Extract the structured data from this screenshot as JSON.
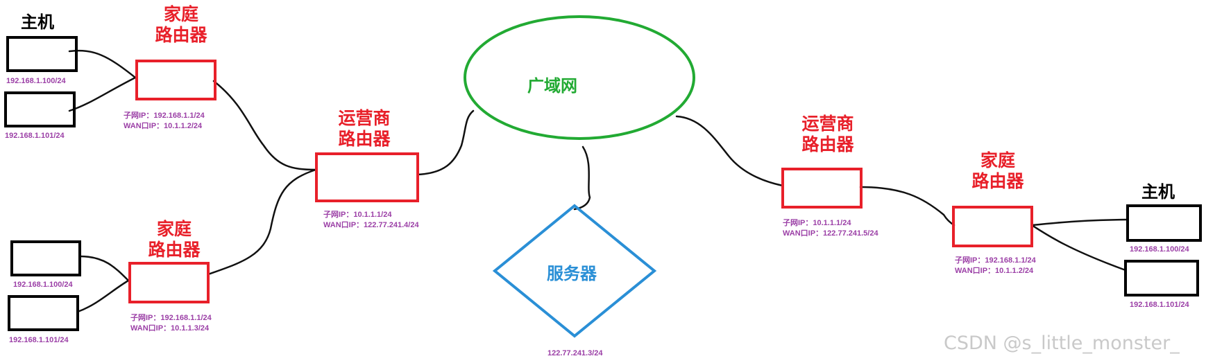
{
  "host_title": "主机",
  "home_router_title": [
    "家庭",
    "路由器"
  ],
  "isp_router_title": [
    "运营商",
    "路由器"
  ],
  "wan_label": "广域网",
  "server_label": "服务器",
  "server_ip": "122.77.241.3/24",
  "left": {
    "host_ips_top": [
      "192.168.1.100/24",
      "192.168.1.101/24"
    ],
    "host_ips_bottom": [
      "192.168.1.100/24",
      "192.168.1.101/24"
    ],
    "home_router_top": {
      "subnet_ip": "子网IP：192.168.1.1/24",
      "wan_ip": "WAN口IP：10.1.1.2/24"
    },
    "home_router_bottom": {
      "subnet_ip": "子网IP：192.168.1.1/24",
      "wan_ip": "WAN口IP：10.1.1.3/24"
    },
    "isp_router": {
      "subnet_ip": "子网IP：10.1.1.1/24",
      "wan_ip": "WAN口IP：122.77.241.4/24"
    }
  },
  "right": {
    "host_ips": [
      "192.168.1.100/24",
      "192.168.1.101/24"
    ],
    "home_router": {
      "subnet_ip": "子网IP：192.168.1.1/24",
      "wan_ip": "WAN口IP：10.1.1.2/24"
    },
    "isp_router": {
      "subnet_ip": "子网IP：10.1.1.1/24",
      "wan_ip": "WAN口IP：122.77.241.5/24"
    }
  },
  "watermark": "CSDN @s_little_monster_",
  "colors": {
    "router": "#e8202a",
    "host": "#000000",
    "wan": "#22aa33",
    "server": "#2a8fd6",
    "ip_text": "#9b3fa6"
  }
}
